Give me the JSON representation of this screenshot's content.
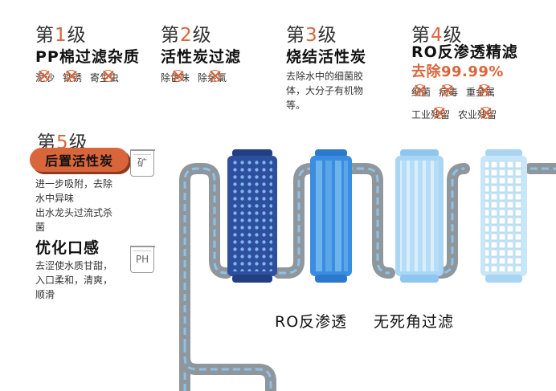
{
  "stages": [
    {
      "prefix": "第",
      "num": "1",
      "suffix": "级",
      "name": "PP棉过滤杂质",
      "tags": [
        "泥沙",
        "铁锈",
        "寄生虫"
      ]
    },
    {
      "prefix": "第",
      "num": "2",
      "suffix": "级",
      "name": "活性炭过滤",
      "tags": [
        "除色味",
        "除余氯"
      ]
    },
    {
      "prefix": "第",
      "num": "3",
      "suffix": "级",
      "name": "烧结活性炭",
      "desc": [
        "去除水中的细菌胶",
        "体，大分子有机物",
        "等。"
      ]
    },
    {
      "prefix": "第",
      "num": "4",
      "suffix": "级",
      "name": "RO反渗透精滤",
      "remove": "去除99.99%",
      "tags_row1": [
        "细菌",
        "病毒",
        "重金属"
      ],
      "tags_row2": [
        "工业残留",
        "农业残留"
      ]
    },
    {
      "prefix": "第",
      "num": "5",
      "suffix": "级",
      "pill": "后置活性炭",
      "desc": [
        "进一步吸附，去除",
        "水中异味",
        "出水龙头过流式杀",
        "菌"
      ],
      "name2": "优化口感",
      "desc2": [
        "去涩使水质甘甜，",
        "入口柔和，清爽，",
        "顺滑"
      ]
    }
  ],
  "cups": {
    "mineral": "矿",
    "ph": "PH"
  },
  "labels": {
    "ro": "RO反渗透",
    "no_dead_angle": "无死角过滤"
  },
  "colors": {
    "accent": "#d9653b",
    "filter_dark": "#2d4f9e",
    "filter_mid": "#3a8de0",
    "filter_light": "#9fd0f2",
    "filter_lightest": "#c8e6f8",
    "pipe": "#8f969c",
    "pipe_dash": "#8cc3ea"
  }
}
